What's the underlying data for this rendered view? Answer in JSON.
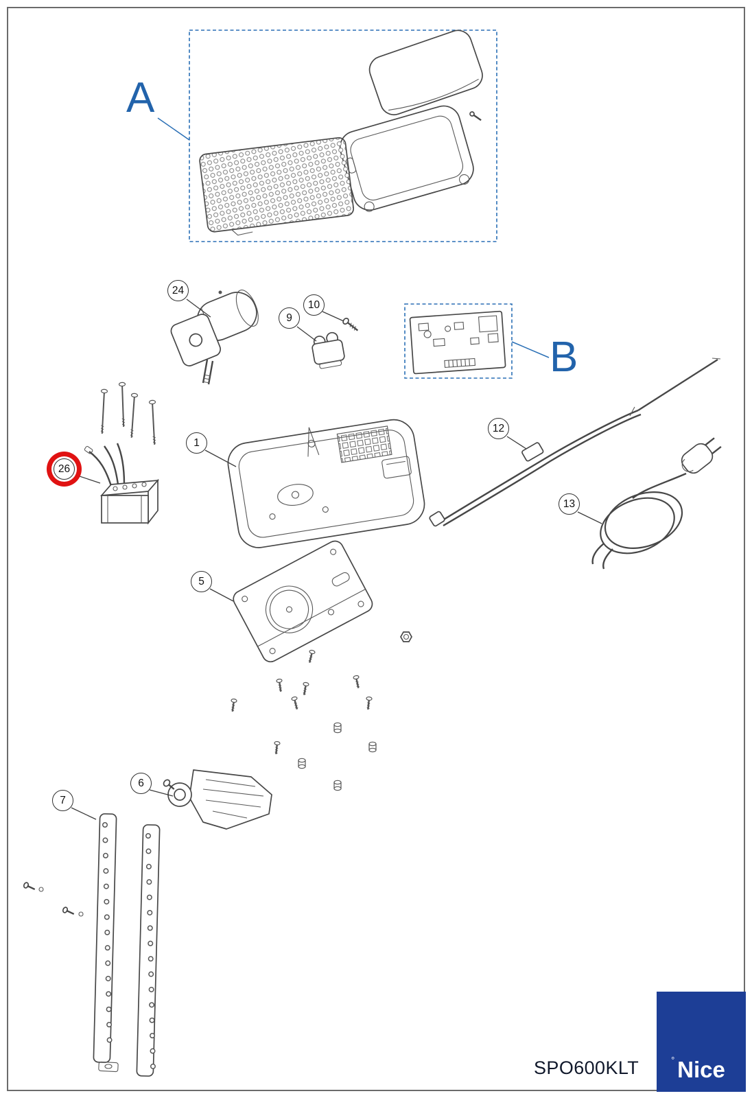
{
  "page": {
    "product_code": "SPO600KLT",
    "brand": "Nice",
    "logo_mark": "°"
  },
  "colors": {
    "accent_blue": "#2263ab",
    "dashed_box_blue": "#2a6fb5",
    "highlight_red": "#e01212",
    "logo_background": "#1d3e96",
    "line_art": "#474747"
  },
  "groups": [
    {
      "id": "A",
      "label": "A"
    },
    {
      "id": "B",
      "label": "B"
    }
  ],
  "callouts": [
    {
      "number": "24"
    },
    {
      "number": "10"
    },
    {
      "number": "9"
    },
    {
      "number": "1"
    },
    {
      "number": "26",
      "highlighted": true
    },
    {
      "number": "12"
    },
    {
      "number": "13"
    },
    {
      "number": "5"
    },
    {
      "number": "6"
    },
    {
      "number": "7"
    }
  ]
}
